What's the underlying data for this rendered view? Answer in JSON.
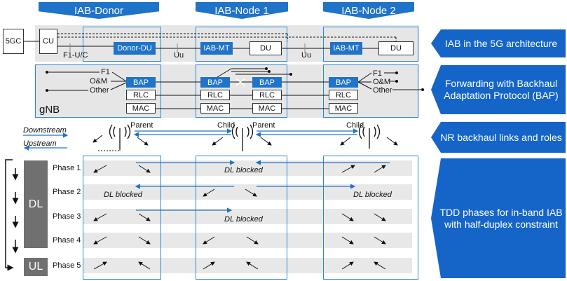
{
  "header": {
    "donor": "IAB-Donor",
    "node1": "IAB-Node 1",
    "node2": "IAB-Node 2"
  },
  "side": {
    "s1": "IAB in the 5G architecture",
    "s2": "Forwarding with Backhaul Adaptation Protocol (BAP)",
    "s3": "NR backhaul links and roles",
    "s4": "TDD phases for in-band IAB with half-duplex constraint"
  },
  "arch": {
    "fivegc": "5GC",
    "cu": "CU",
    "f1uc": "F1-U/C",
    "donor_du": "Donor-DU",
    "uu1": "Uu",
    "iabmt1": "IAB-MT",
    "du1": "DU",
    "uu2": "Uu",
    "iabmt2": "IAB-MT",
    "du2": "DU"
  },
  "stack": {
    "f1": "F1",
    "om": "O&M",
    "other": "Other",
    "bap": "BAP",
    "rlc": "RLC",
    "mac": "MAC",
    "gnb": "gNB"
  },
  "links": {
    "downstream": "Downstream",
    "upstream": "Upstream",
    "parent": "Parent",
    "child": "Child"
  },
  "tdd": {
    "dl": "DL",
    "ul": "UL",
    "phases": [
      "Phase 1",
      "Phase 2",
      "Phase 3",
      "Phase 4",
      "Phase 5"
    ],
    "dl_blocked": "DL blocked"
  },
  "colors": {
    "accent": "#1f73c8",
    "gray": "#e6e6e6",
    "dark_gray": "#707070"
  }
}
